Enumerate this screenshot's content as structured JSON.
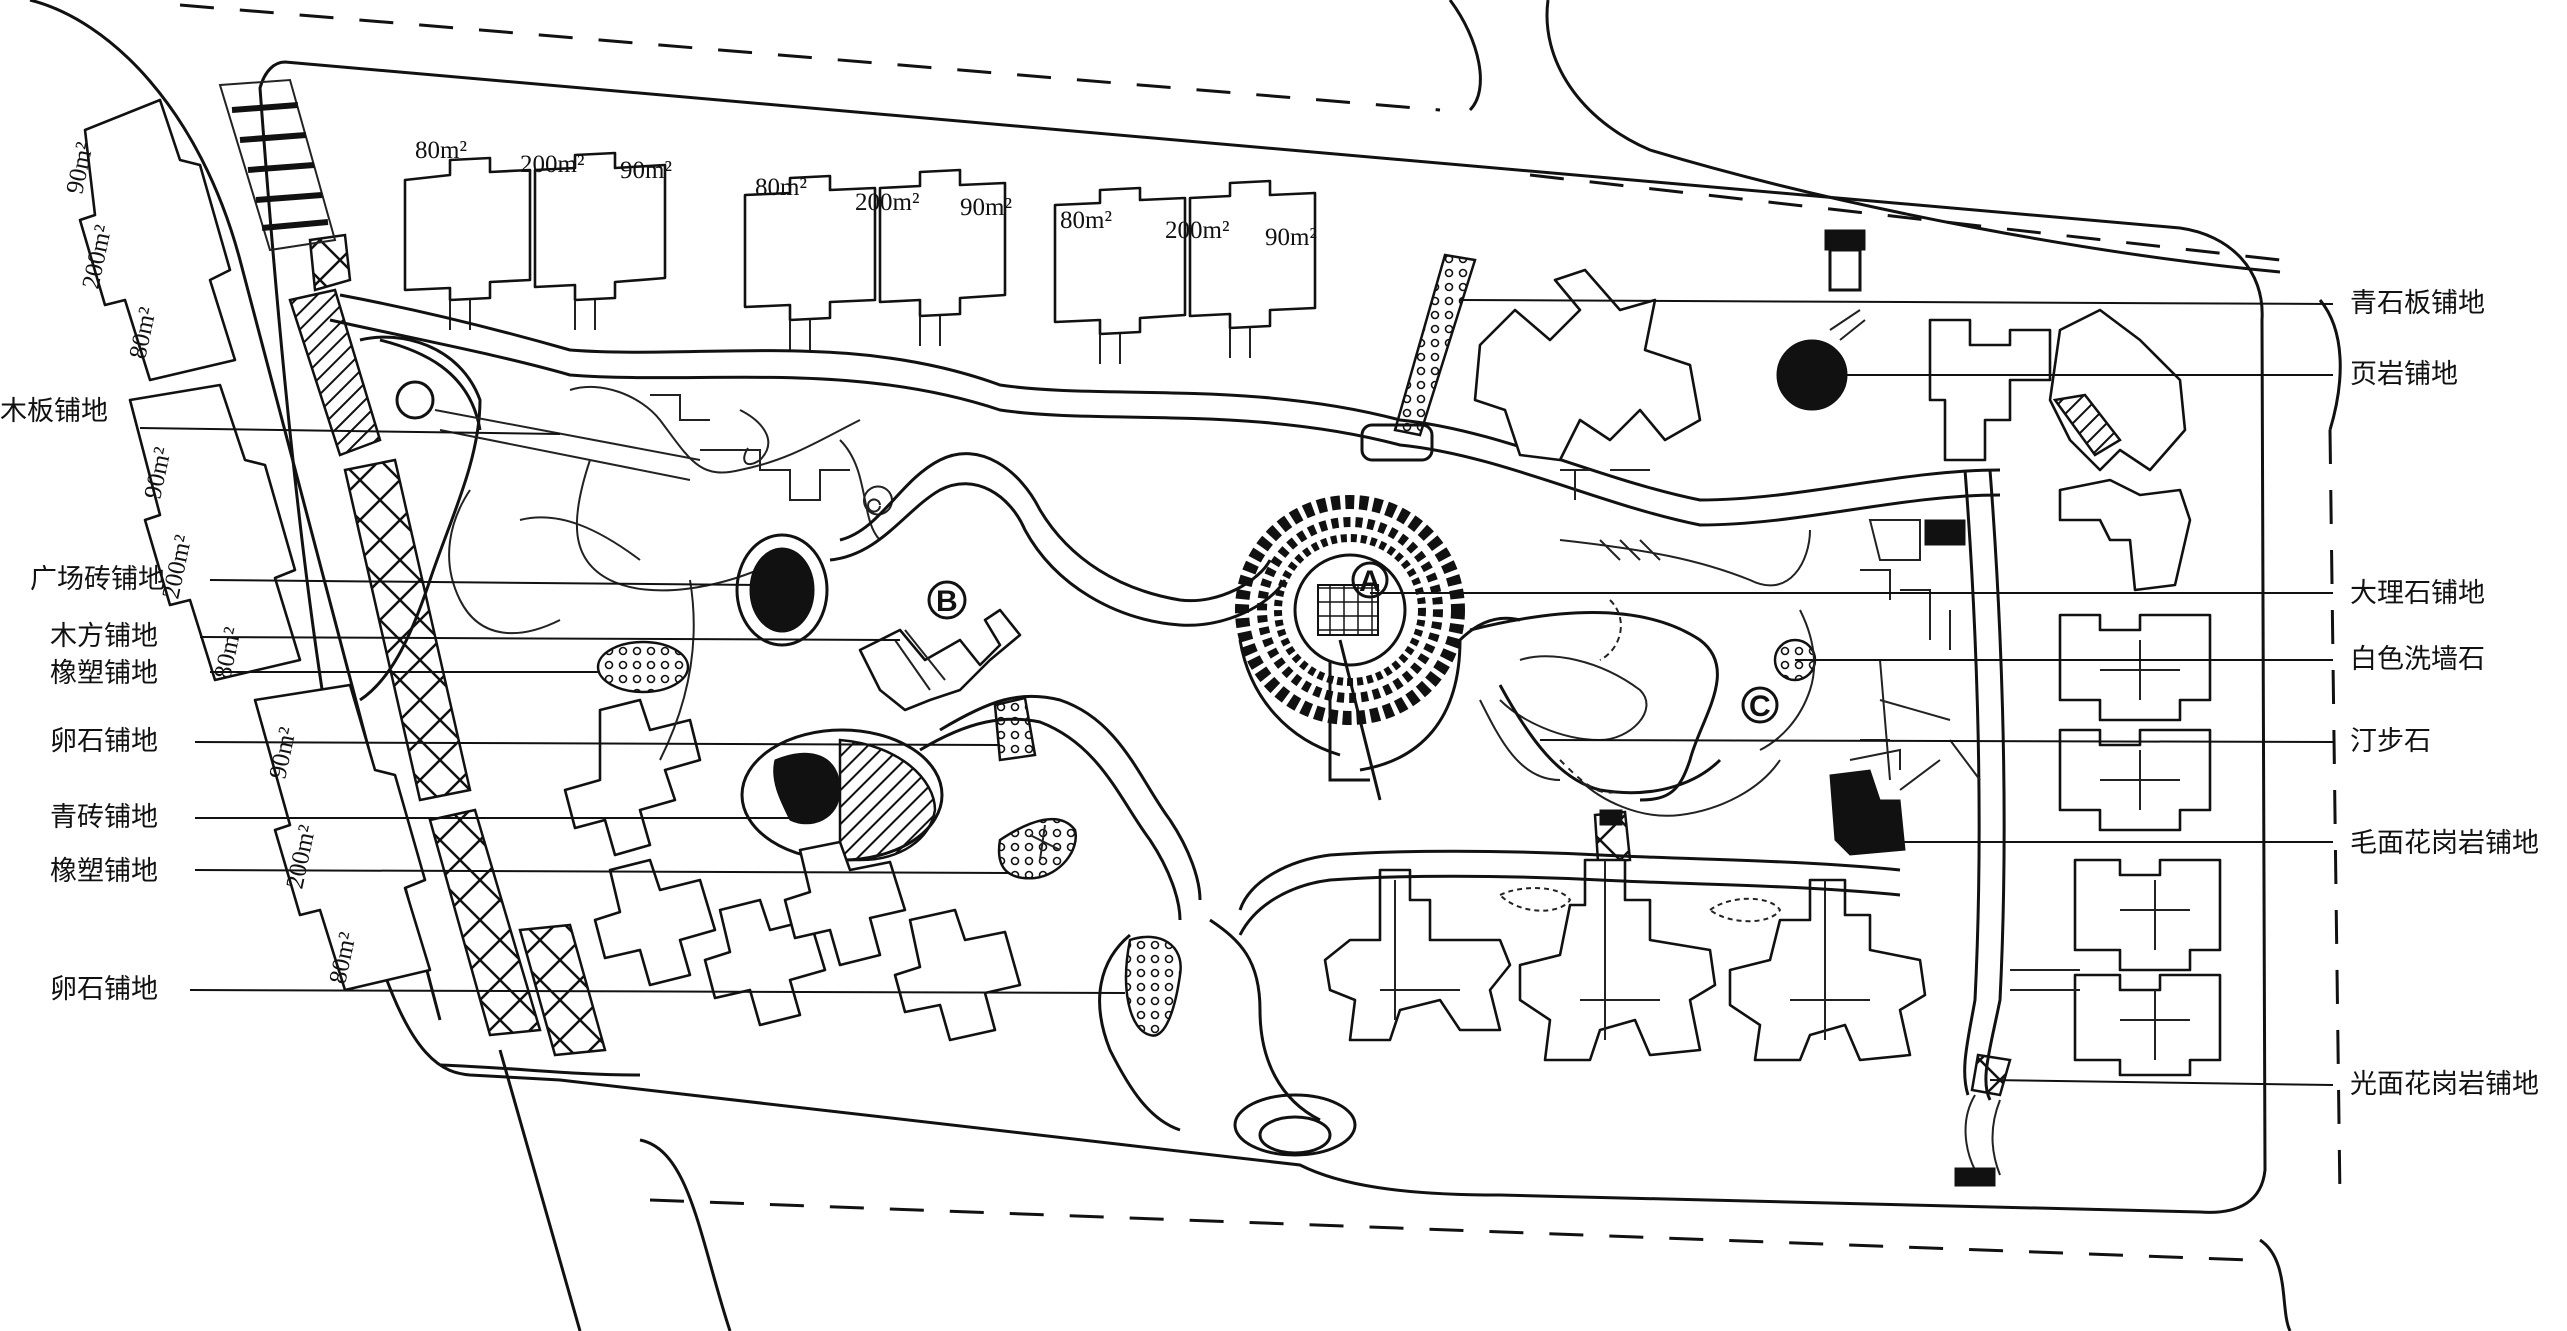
{
  "labels_left": [
    "木板铺地",
    "广场砖铺地",
    "木方铺地",
    "橡塑铺地",
    "卵石铺地",
    "青砖铺地",
    "橡塑铺地",
    "卵石铺地"
  ],
  "labels_right": [
    "青石板铺地",
    "页岩铺地",
    "大理石铺地",
    "白色洗墙石",
    "汀步石",
    "毛面花岗岩铺地",
    "光面花岗岩铺地"
  ],
  "units": {
    "top": [
      "80m²",
      "200m²",
      "90m²",
      "80m²",
      "200m²",
      "90m²",
      "80m²",
      "200m²",
      "90m²"
    ],
    "left": [
      "90m²",
      "200m²",
      "80m²",
      "90m²",
      "200m²",
      "80m²",
      "90m²",
      "200m²",
      "80m²"
    ]
  },
  "zone_markers": [
    "A",
    "B",
    "C"
  ]
}
